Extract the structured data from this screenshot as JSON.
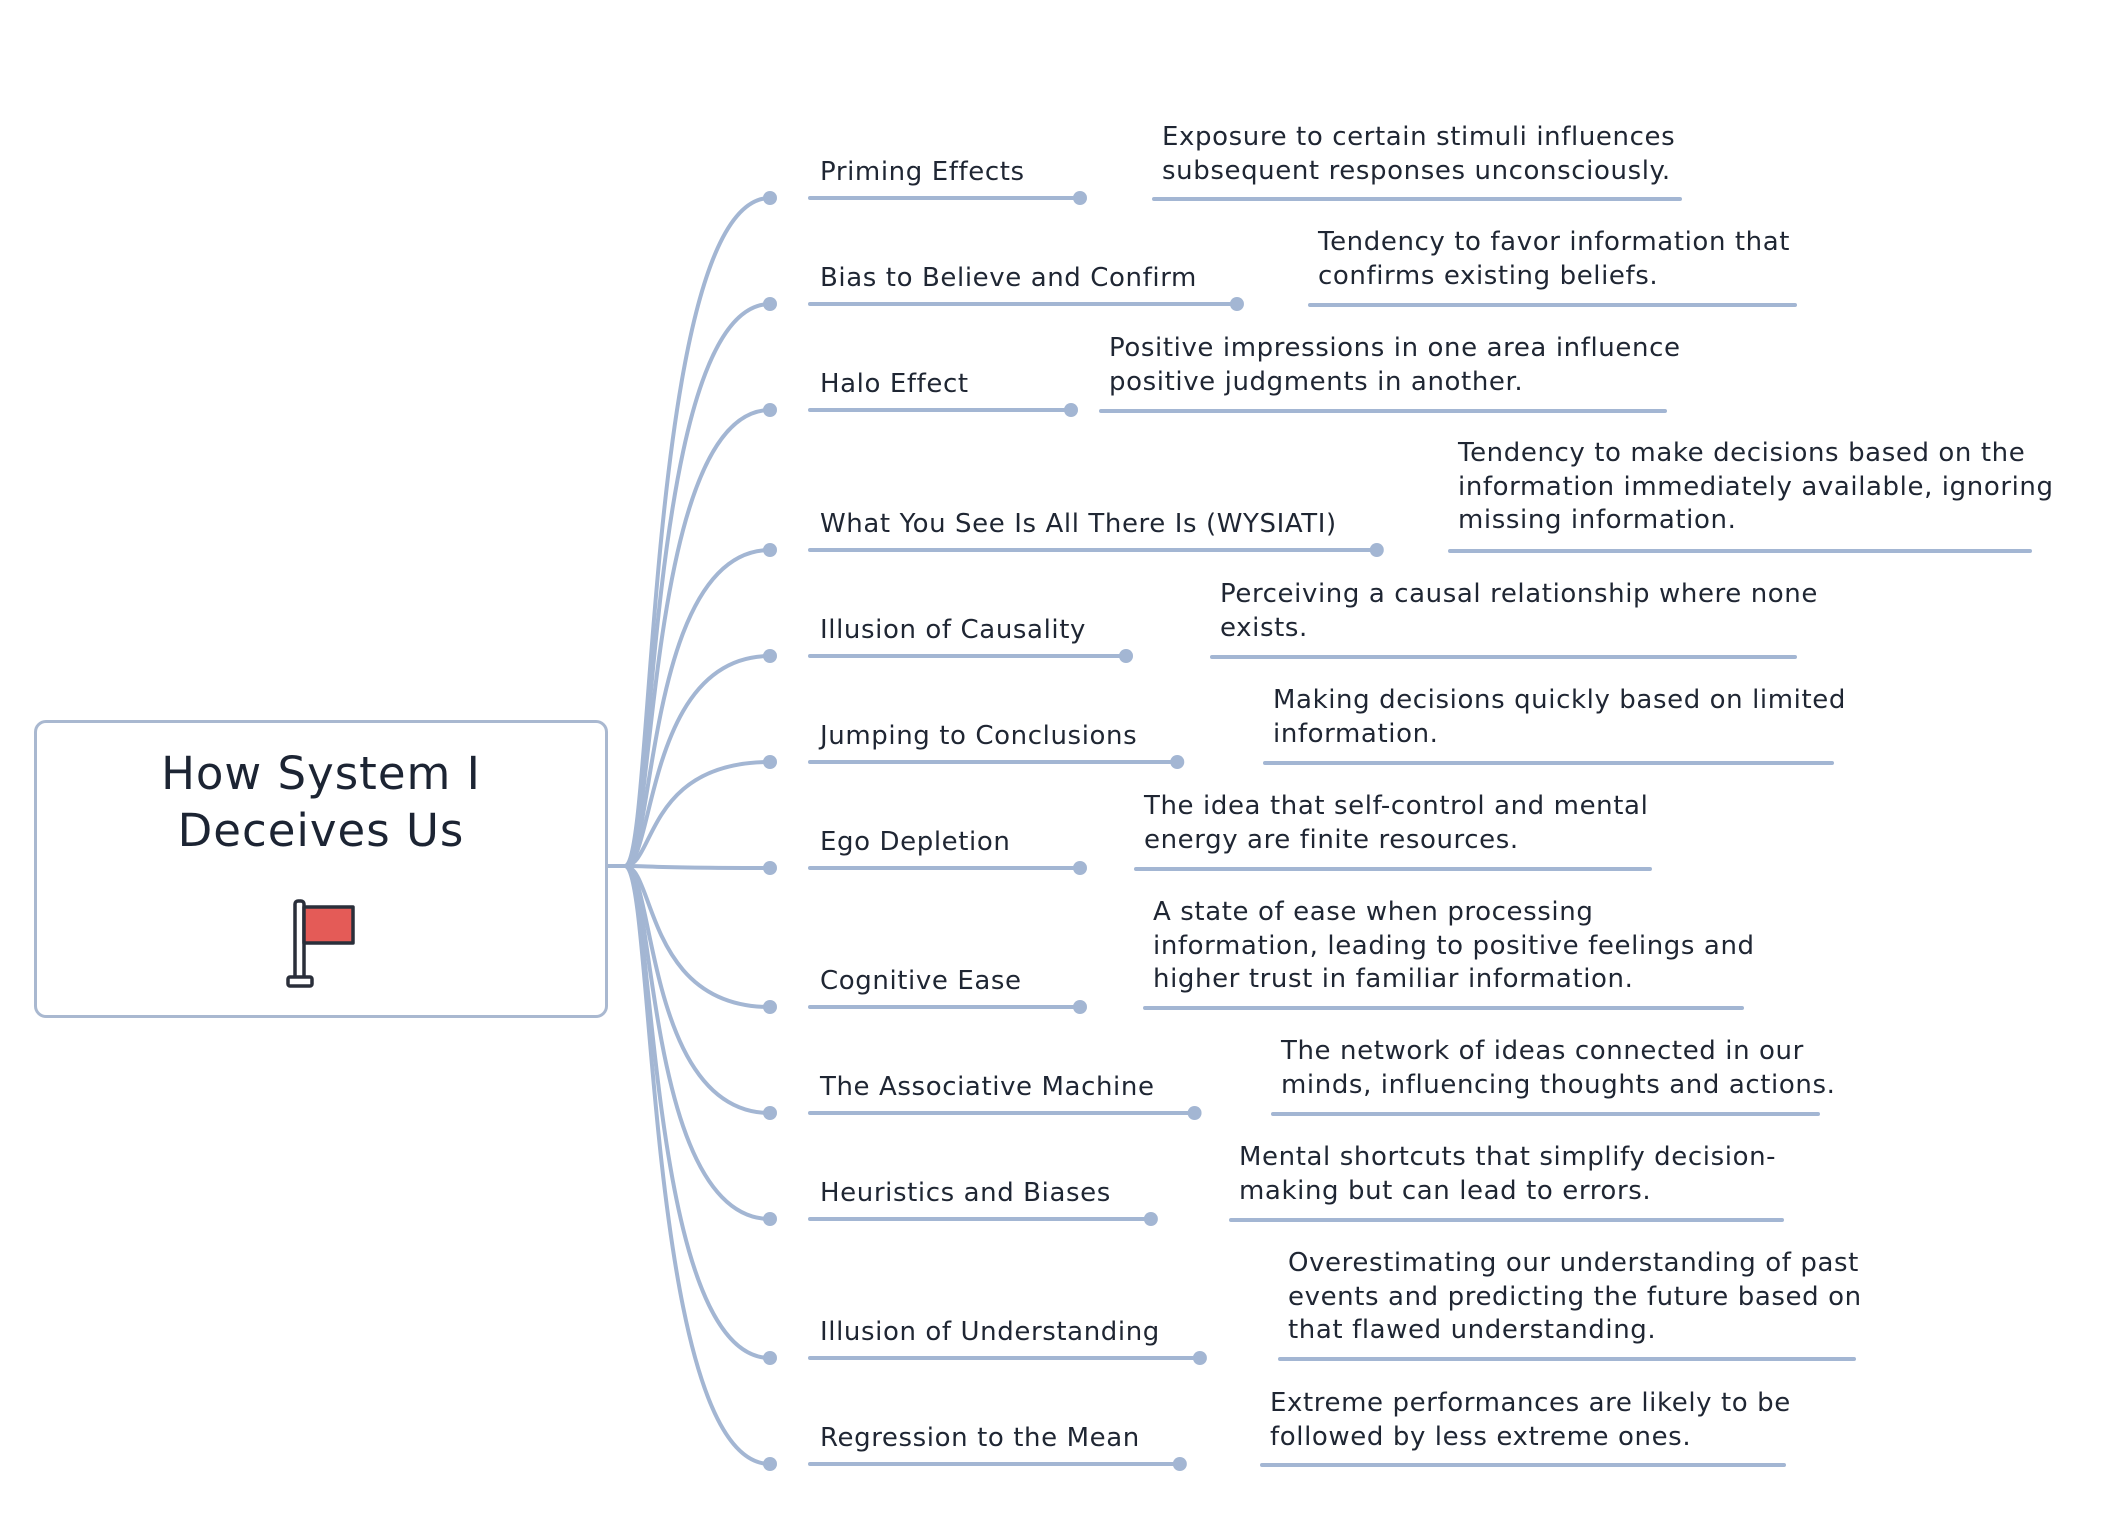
{
  "title": "How System I Deceives Us",
  "root_icon": "red-flag-icon",
  "colors": {
    "branch": "#a3b6d3",
    "topic_bg": "#e9eff7",
    "flag": "#e45b57",
    "text": "#1f2633"
  },
  "topics": [
    {
      "label": "Priming Effects",
      "description": "Exposure to certain stimuli influences\nsubsequent responses unconsciously."
    },
    {
      "label": "Bias to Believe and Confirm",
      "description": "Tendency to favor information that\nconfirms existing beliefs."
    },
    {
      "label": "Halo Effect",
      "description": "Positive impressions in one area influence\npositive judgments in another."
    },
    {
      "label": "What You See Is All There Is (WYSIATI)",
      "description": "Tendency to make decisions based on the\ninformation immediately available, ignoring\nmissing information."
    },
    {
      "label": "Illusion of Causality",
      "description": "Perceiving a causal relationship where none\nexists."
    },
    {
      "label": "Jumping to Conclusions",
      "description": "Making decisions quickly based on limited\ninformation."
    },
    {
      "label": "Ego Depletion",
      "description": "The idea that self-control and mental\nenergy are finite resources."
    },
    {
      "label": "Cognitive Ease",
      "description": "A state of ease when processing\ninformation, leading to positive feelings and\nhigher trust in familiar information."
    },
    {
      "label": "The Associative Machine",
      "description": "The network of ideas connected in our\nminds, influencing thoughts and actions."
    },
    {
      "label": "Heuristics and Biases",
      "description": "Mental shortcuts that simplify decision-\nmaking but can lead to errors."
    },
    {
      "label": "Illusion of Understanding",
      "description": "Overestimating our understanding of past\nevents and predicting the future based on\nthat flawed understanding."
    },
    {
      "label": "Regression to the Mean",
      "description": "Extreme performances are likely to be\nfollowed by less extreme ones."
    }
  ]
}
